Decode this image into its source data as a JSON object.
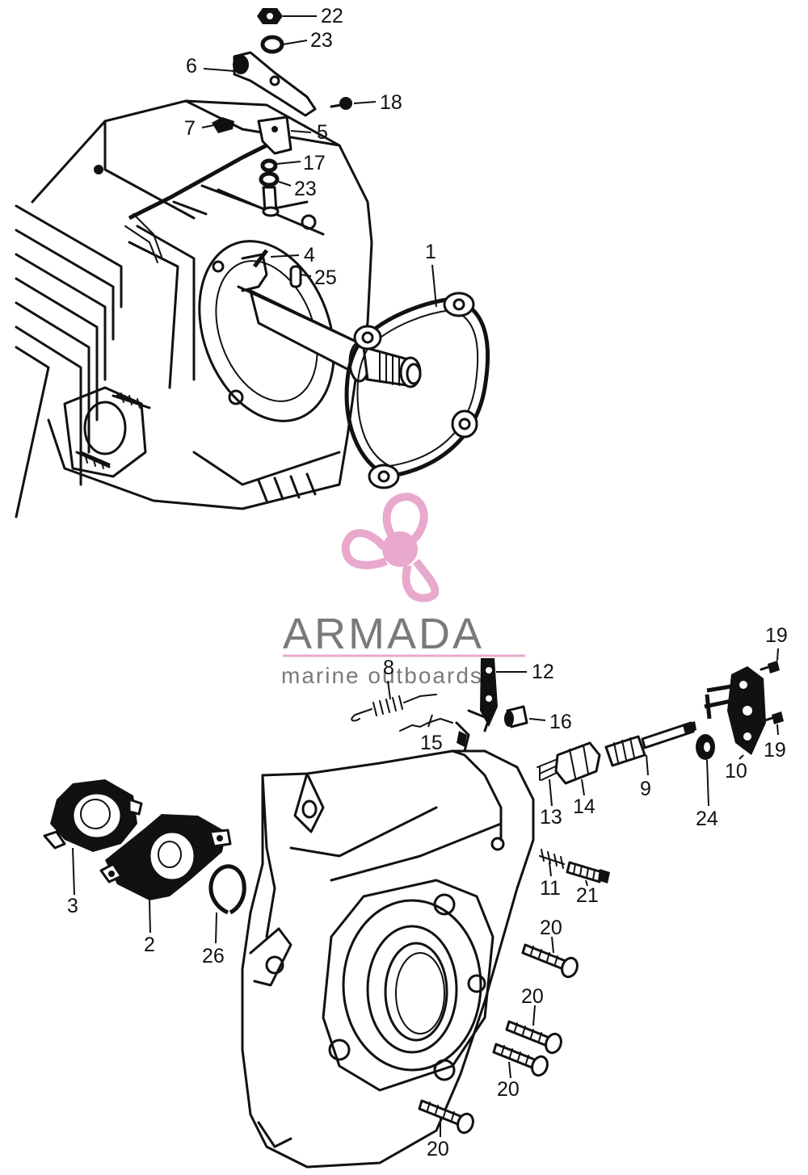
{
  "watermark": {
    "brand": "ARMADA",
    "tagline": "marine outboards",
    "brand_color": "#7a7a7a",
    "accent_color": "#e8a9cd"
  },
  "callouts": {
    "c1": "1",
    "c2": "2",
    "c3": "3",
    "c4": "4",
    "c5": "5",
    "c6": "6",
    "c7": "7",
    "c8": "8",
    "c9": "9",
    "c10": "10",
    "c11": "11",
    "c12": "12",
    "c13": "13",
    "c14": "14",
    "c15": "15",
    "c16": "16",
    "c17": "17",
    "c18": "18",
    "c19a": "19",
    "c19b": "19",
    "c20a": "20",
    "c20b": "20",
    "c20c": "20",
    "c20d": "20",
    "c21": "21",
    "c22": "22",
    "c23a": "23",
    "c23b": "23",
    "c24": "24",
    "c25": "25",
    "c26": "26"
  }
}
